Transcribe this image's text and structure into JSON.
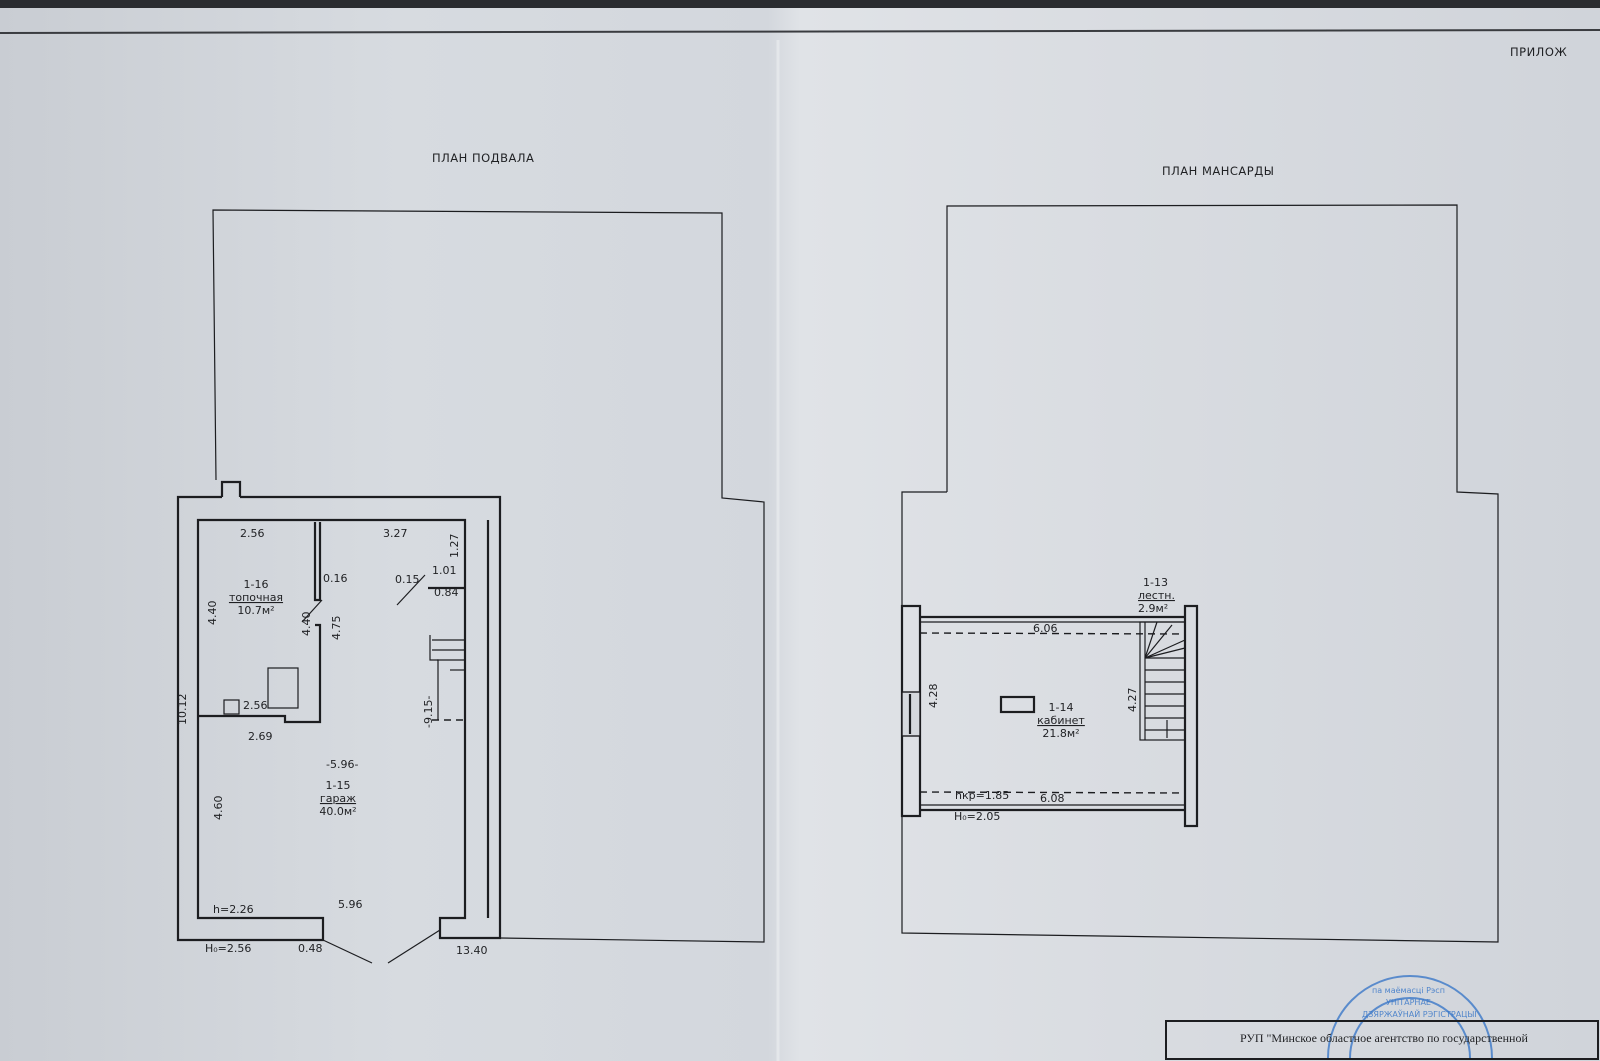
{
  "header": {
    "appendix_label": "ПРИЛОЖ"
  },
  "basement_plan": {
    "title": "ПЛАН ПОДВАЛА",
    "rooms": [
      {
        "number": "1-16",
        "name": "топочная",
        "area": "10.7м²"
      },
      {
        "number": "1-15",
        "name": "гараж",
        "area": "40.0м²"
      }
    ],
    "dimensions": {
      "top_left": "2.56",
      "top_right": "3.27",
      "right_top": "1.27",
      "wall_016": "0.16",
      "door_015": "0.15",
      "door_101": "1.01",
      "door_084": "0.84",
      "left_440": "4.40",
      "partition_440": "4.40",
      "partition_475": "4.75",
      "boiler_256": "2.56",
      "bottom_269": "2.69",
      "stair_915": "-9.15-",
      "mid_596": "-5.96-",
      "overall_1012": "10.12",
      "left_460": "4.60",
      "height": "h=2.26",
      "bottom_596": "5.96",
      "h0": "H₀=2.56",
      "gate_048": "0.48",
      "overall_1340": "13.40"
    }
  },
  "attic_plan": {
    "title": "ПЛАН МАНСАРДЫ",
    "rooms": [
      {
        "number": "1-13",
        "name": "лестн.",
        "area": "2.9м²"
      },
      {
        "number": "1-14",
        "name": "кабинет",
        "area": "21.8м²"
      }
    ],
    "dimensions": {
      "top_606": "6.06",
      "left_428": "4.28",
      "stair_427": "4.27",
      "hkp": "hкр=1.85",
      "bottom_608": "6.08",
      "h0": "H₀=2.05"
    }
  },
  "title_block": {
    "organization": "РУП \"Минское областное агентство по государственной",
    "stamp_text": [
      "па маёмасці Рэсп",
      "УНІТАРНАЕ",
      "ДЗЯРЖАЎНАЙ РЭГІСТРАЦЫІ"
    ]
  }
}
